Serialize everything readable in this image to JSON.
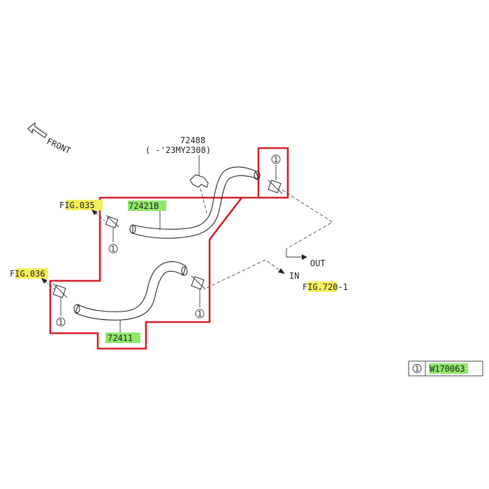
{
  "direction": {
    "label": "FRONT",
    "icon": "front-arrow-icon"
  },
  "parts": {
    "bracket_part": "72488",
    "bracket_note": "(    -'23MY2308)",
    "upper_hose": "72421B",
    "lower_hose": "72411"
  },
  "references": {
    "fig_upper": "FIG.035",
    "fig_lower": "FIG.036",
    "fig_right": "FIG.720-1"
  },
  "flow": {
    "in_label": "IN",
    "out_label": "OUT"
  },
  "callouts": {
    "number": "1"
  },
  "legend": {
    "number": "1",
    "code": "W170063"
  },
  "colors": {
    "outline": "#d21f26",
    "highlight_yellow": "#f5ef5a",
    "highlight_green": "#8ee86a"
  }
}
